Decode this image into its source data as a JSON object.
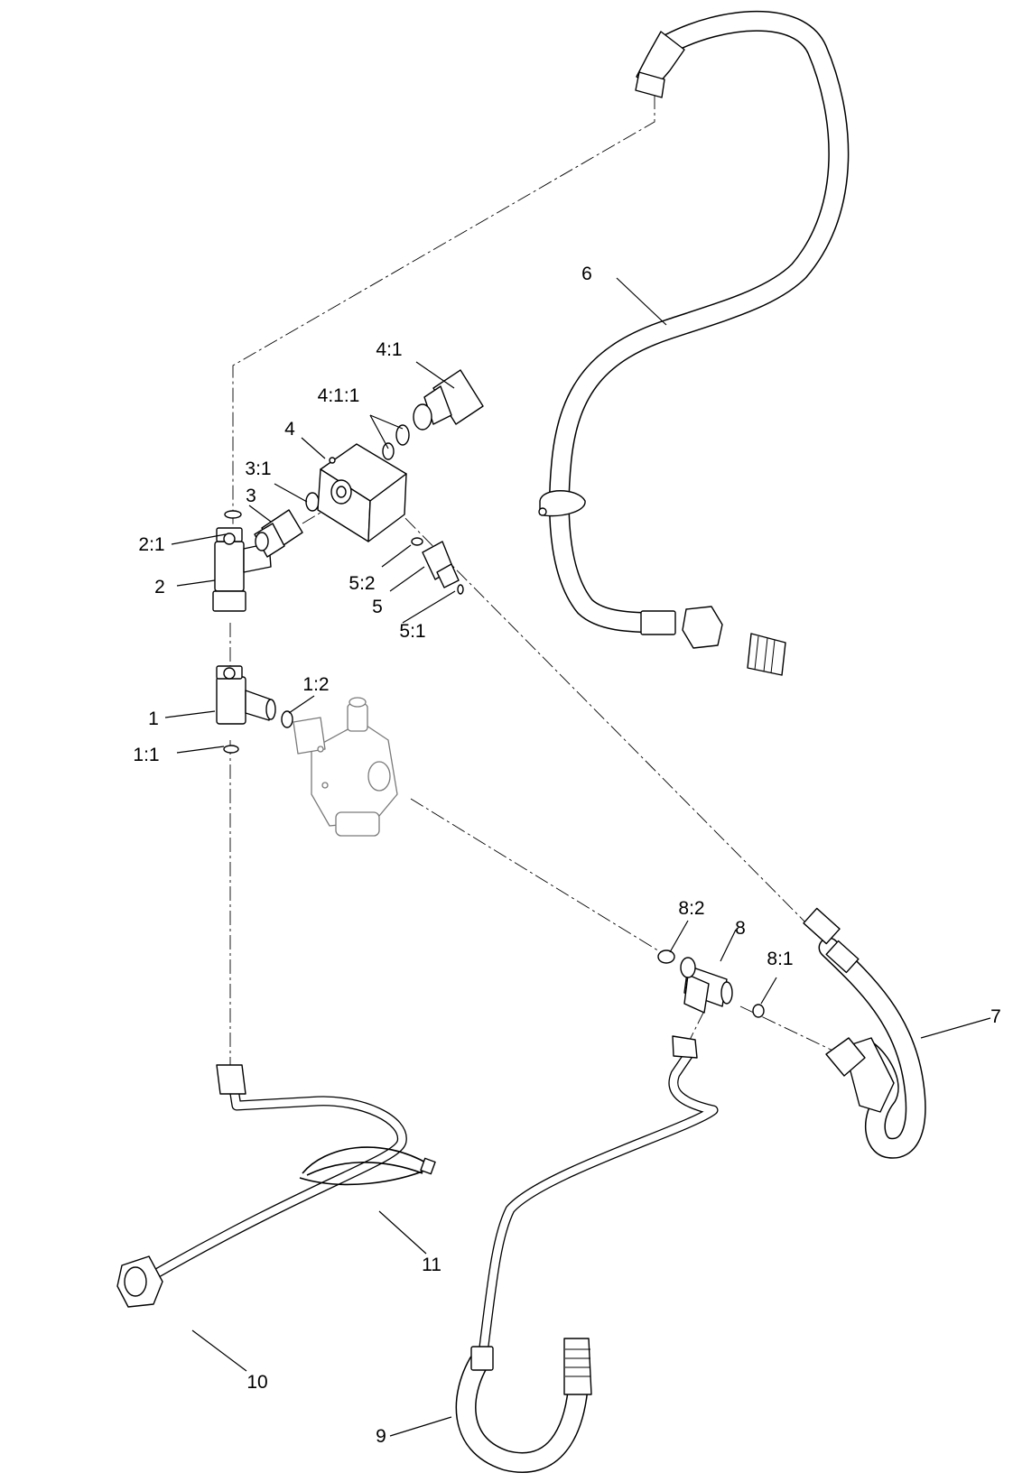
{
  "callouts": {
    "c1": "1",
    "c1_1": "1:1",
    "c1_2": "1:2",
    "c2": "2",
    "c2_1": "2:1",
    "c3": "3",
    "c3_1": "3:1",
    "c4": "4",
    "c4_1": "4:1",
    "c4_1_1": "4:1:1",
    "c5": "5",
    "c5_1": "5:1",
    "c5_2": "5:2",
    "c6": "6",
    "c7": "7",
    "c8": "8",
    "c8_1": "8:1",
    "c8_2": "8:2",
    "c9": "9",
    "c10": "10",
    "c11": "11"
  },
  "colors": {
    "line": "#000000",
    "background": "#ffffff",
    "reference_part": "#7a7a7a"
  }
}
